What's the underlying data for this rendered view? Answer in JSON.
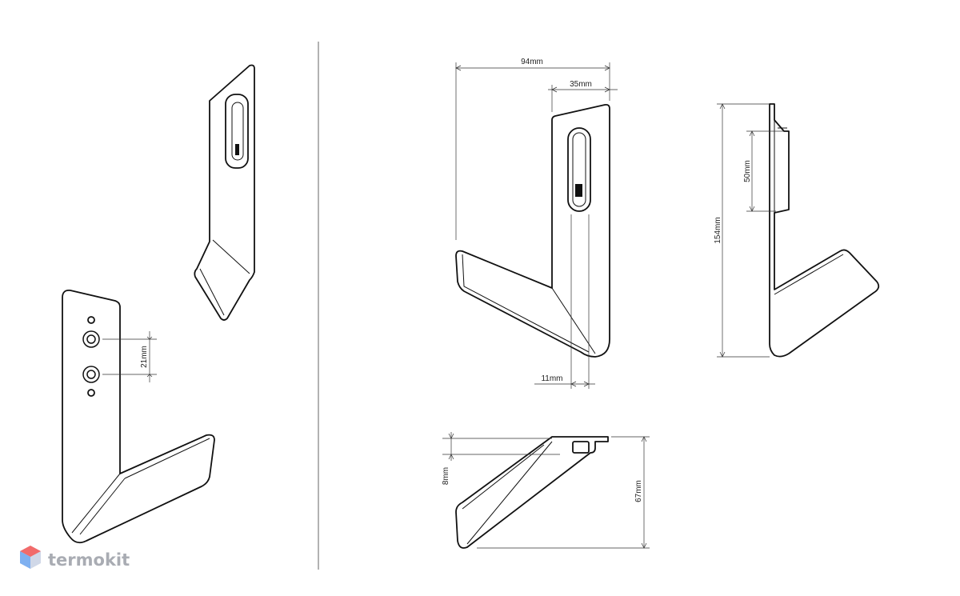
{
  "dimensions": {
    "width_total": "94mm",
    "hook_width": "35mm",
    "slot_width": "11mm",
    "hole_spacing": "21mm",
    "height_total": "154mm",
    "slot_length": "50mm",
    "plate_thickness": "8mm",
    "depth": "67mm"
  },
  "brand": {
    "name": "termokit",
    "logo_colors": [
      "#f26b6b",
      "#7fb0f0",
      "#d0d8e8"
    ]
  }
}
